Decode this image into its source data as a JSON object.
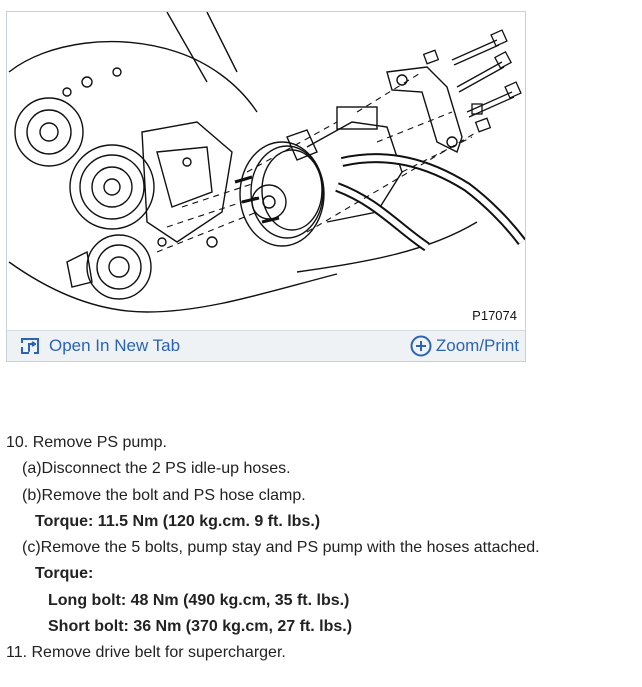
{
  "figure": {
    "code": "P17074",
    "open_label": "Open In New Tab",
    "zoom_label": "Zoom/Print",
    "icons": {
      "open": "open-external-icon",
      "zoom": "plus-circle-icon"
    },
    "accent": "#2b63b5"
  },
  "steps": {
    "step10": "10. Remove PS pump.",
    "a": "(a)Disconnect the 2 PS idle-up hoses.",
    "b": "(b)Remove the bolt and PS hose clamp.",
    "torque_b": "Torque: 11.5 Nm (120 kg.cm. 9 ft. lbs.)",
    "c": "(c)Remove the 5 bolts, pump stay and PS pump with the hoses attached.",
    "torque_c_label": "Torque:",
    "long_bolt": "Long bolt: 48 Nm (490 kg.cm, 35 ft. lbs.)",
    "short_bolt": "Short bolt: 36 Nm (370 kg.cm, 27 ft. lbs.)",
    "step11": "11. Remove drive belt for supercharger."
  }
}
